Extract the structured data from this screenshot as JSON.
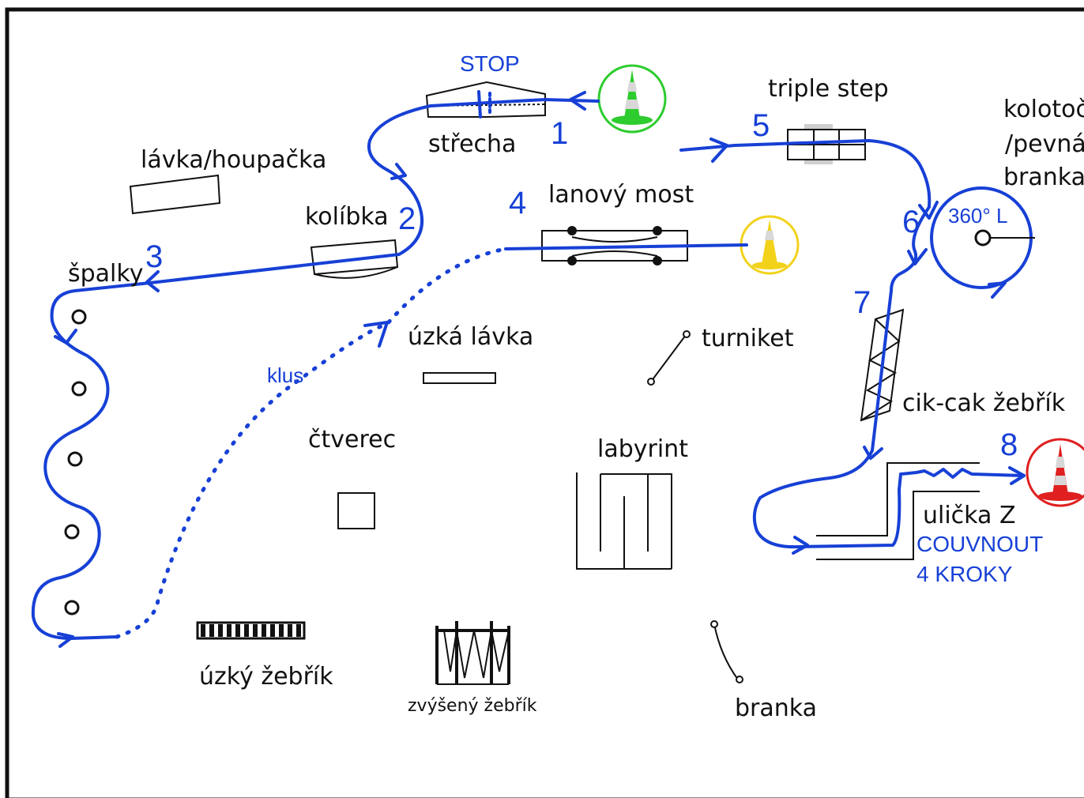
{
  "labels": {
    "lavka_houpacka": "lávka/houpačka",
    "strecha": "střecha",
    "kolibka": "kolíbka",
    "spalky": "špalky",
    "lanovy_most": "lanový most",
    "uzka_lavka": "úzká lávka",
    "turniket": "turniket",
    "triple_step": "triple step",
    "kolotoc": "kolotoč",
    "pevna": "/pevná",
    "branka_top": "branka",
    "cik_cak": "cik-cak žebřík",
    "ctverec": "čtverec",
    "labyrint": "labyrint",
    "ulicka": "ulička Z",
    "uzky_zebrik": "úzký žebřík",
    "zvyseny_zebrik": "zvýšený žebřík",
    "branka_bottom": "branka"
  },
  "blue_text": {
    "stop": "STOP",
    "klus": "klus",
    "rotation": "360° L",
    "couvnout": "COUVNOUT",
    "kroky": "4 KROKY"
  },
  "numbers": [
    "1",
    "2",
    "3",
    "4",
    "5",
    "6",
    "7",
    "8"
  ],
  "colors": {
    "path": "#1740d6",
    "cone_green": "#2ecc2e",
    "cone_yellow": "#f2d21b",
    "cone_red": "#e02020"
  },
  "icons": [
    "cone-green-icon",
    "cone-yellow-icon",
    "cone-red-icon"
  ]
}
